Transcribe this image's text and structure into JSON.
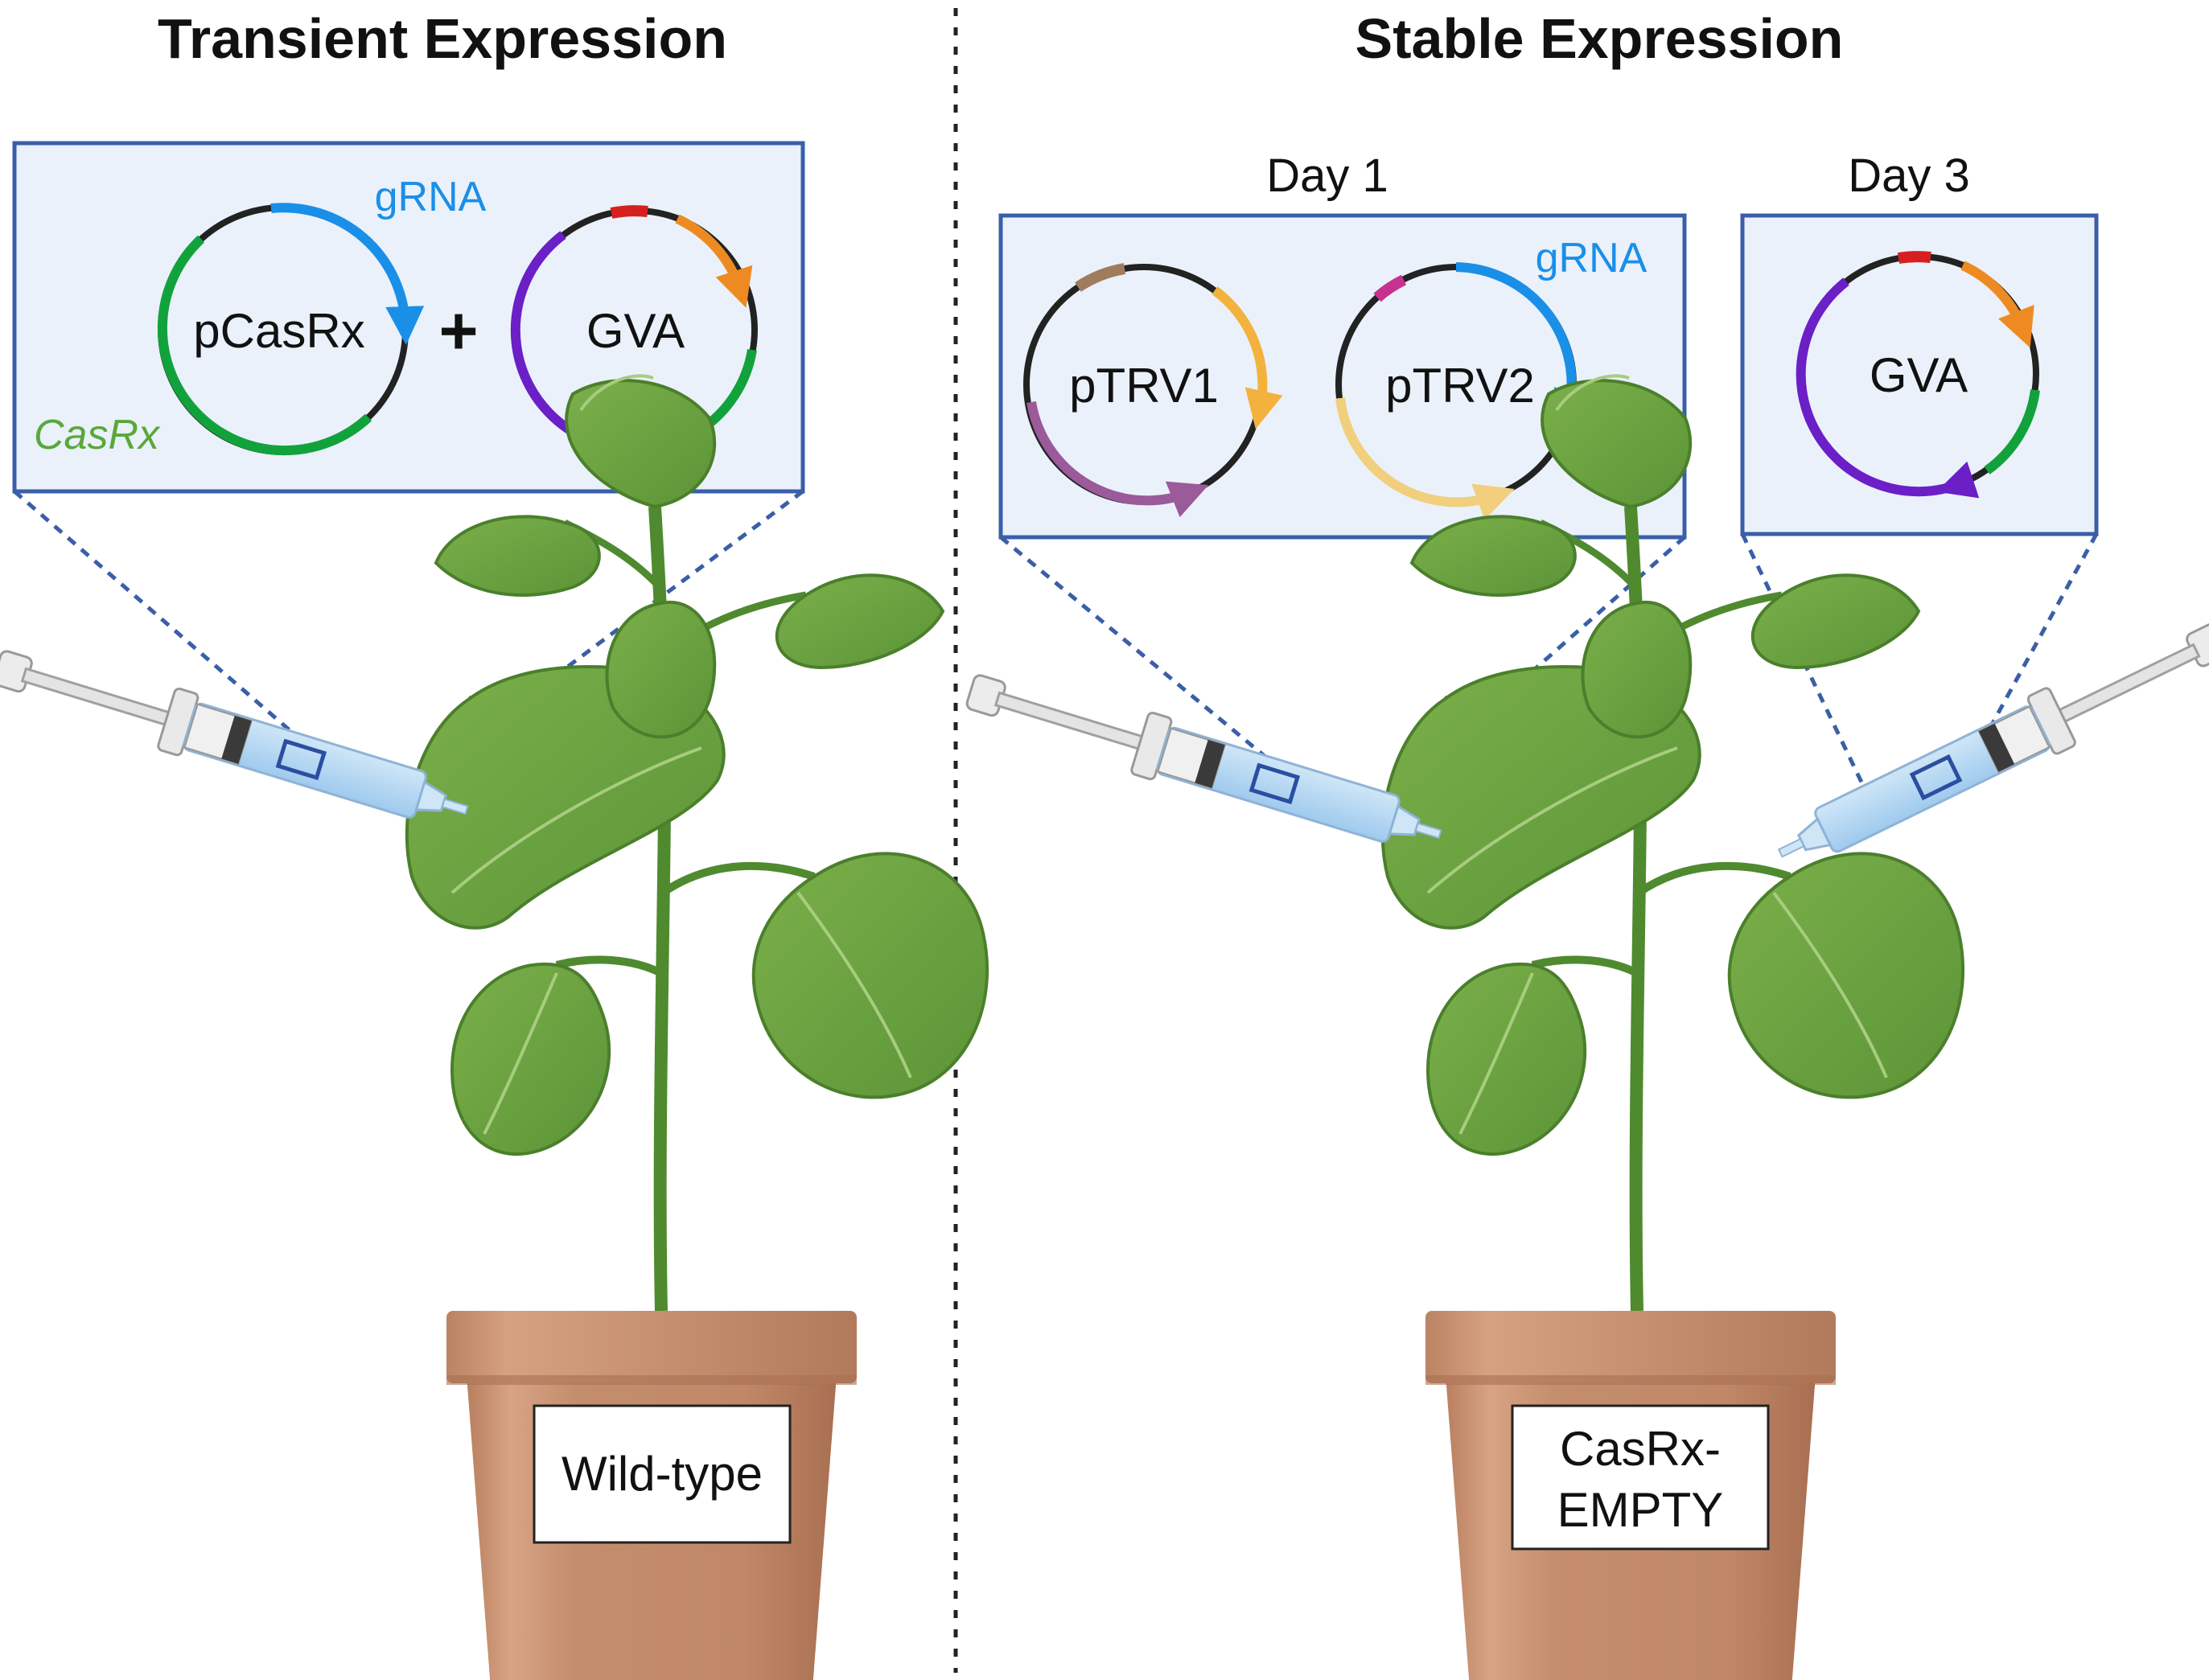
{
  "titles": {
    "left": "Transient Expression",
    "right": "Stable Expression"
  },
  "day_labels": {
    "day1": "Day 1",
    "day3": "Day 3"
  },
  "plasmids": {
    "pcasrx": {
      "name": "pCasRx",
      "grna_label": "gRNA",
      "casrx_label": "CasRx"
    },
    "gva_left": {
      "name": "GVA"
    },
    "ptrv1": {
      "name": "pTRV1"
    },
    "ptrv2": {
      "name": "pTRV2",
      "grna_label": "gRNA"
    },
    "gva_right": {
      "name": "GVA"
    }
  },
  "plus_sign": "+",
  "pots": {
    "left": {
      "line1": "Wild-type"
    },
    "right": {
      "line1": "CasRx-",
      "line2": "EMPTY"
    }
  },
  "colors": {
    "box_fill": "#eaf1fa",
    "box_border": "#3a5fa8",
    "grna_blue": "#1a8fe8",
    "casrx_green": "#12a23c",
    "casrx_label_green": "#5aa83a",
    "gva_purple": "#6b1fc7",
    "gva_orange": "#ee8a22",
    "gva_red": "#d62020",
    "ptrv1_brown": "#a07c5e",
    "ptrv1_yellow": "#f2b23d",
    "ptrv1_violet": "#9b5a99",
    "ptrv2_magenta": "#c7318f",
    "ptrv2_tan": "#f1cf7d",
    "leaf_green": "#6ea241",
    "pot_brown": "#c48d6c"
  }
}
